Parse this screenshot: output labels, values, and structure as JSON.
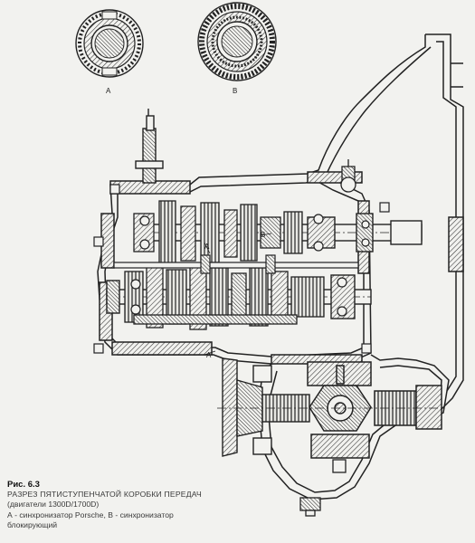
{
  "insets": [
    {
      "label": "А"
    },
    {
      "label": "В"
    }
  ],
  "callouts": [
    {
      "label": "А"
    },
    {
      "label": "В"
    },
    {
      "label": "А"
    }
  ],
  "caption": {
    "figure_number": "Рис. 6.3",
    "title": "РАЗРЕЗ ПЯТИСТУПЕНЧАТОЙ КОРОБКИ ПЕРЕДАЧ",
    "subtitle": "(двигатели 1300D/1700D)",
    "legend_line1": "А - синхронизатор Porsche, В - синхронизатор",
    "legend_line2": "блокирующий"
  }
}
